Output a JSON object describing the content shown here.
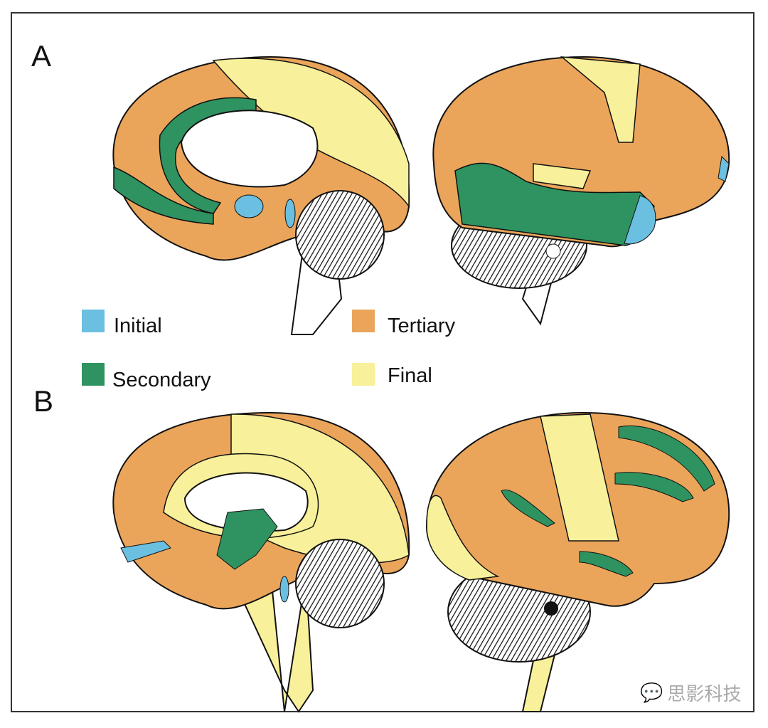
{
  "panels": {
    "a": "A",
    "b": "B"
  },
  "legend": [
    {
      "label": "Initial",
      "color": "#6bbfe0"
    },
    {
      "label": "Secondary",
      "color": "#2e9360"
    },
    {
      "label": "Tertiary",
      "color": "#eaa55b"
    },
    {
      "label": "Final",
      "color": "#f8f09a"
    }
  ],
  "watermark": "思影科技"
}
